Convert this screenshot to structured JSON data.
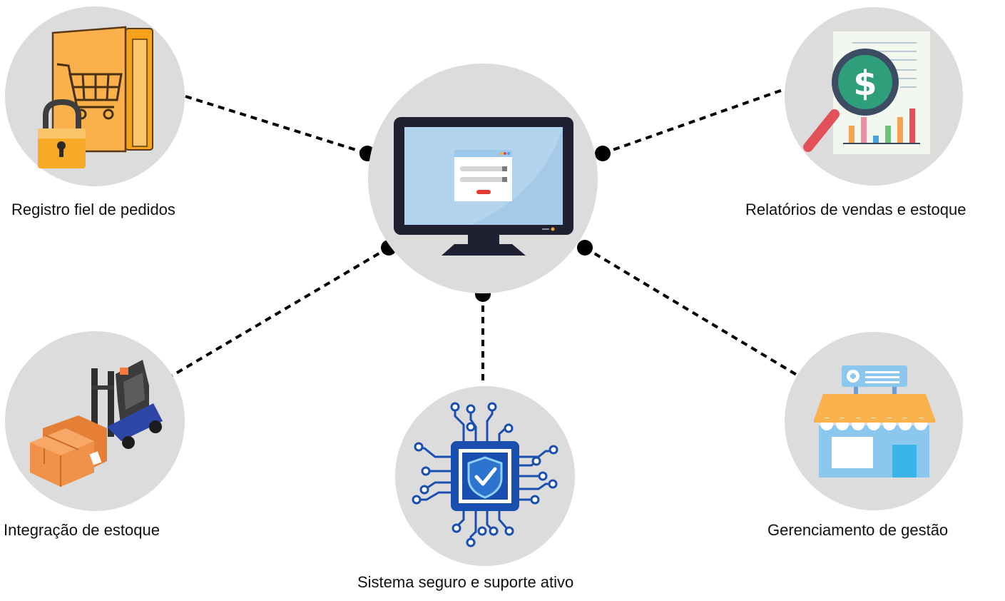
{
  "colors": {
    "circle_fill": "#dcdcdc",
    "connector": "#000000",
    "monitor_frame": "#1f2032",
    "monitor_screen": "#b3d4ef",
    "folder_orange": "#fbb14b",
    "lock_gold": "#f7a928",
    "chip_blue": "#1a4fb0",
    "report_green": "#2e9e7b",
    "search_red": "#e2505a",
    "box_orange": "#f0914a",
    "store_blue": "#8cc8ee",
    "awning_orange": "#f9b24c"
  },
  "center": {
    "icon": "computer-monitor-icon"
  },
  "nodes": [
    {
      "id": "registro",
      "icon": "order-folder-lock-icon",
      "label": "Registro fiel de pedidos"
    },
    {
      "id": "relatorios",
      "icon": "sales-report-magnifier-icon",
      "label": "Relatórios de vendas e estoque"
    },
    {
      "id": "integracao",
      "icon": "forklift-boxes-icon",
      "label": "Integração de estoque"
    },
    {
      "id": "seguranca",
      "icon": "security-chip-shield-icon",
      "label": "Sistema seguro e suporte ativo"
    },
    {
      "id": "gestao",
      "icon": "storefront-icon",
      "label": "Gerenciamento de gestão"
    }
  ]
}
